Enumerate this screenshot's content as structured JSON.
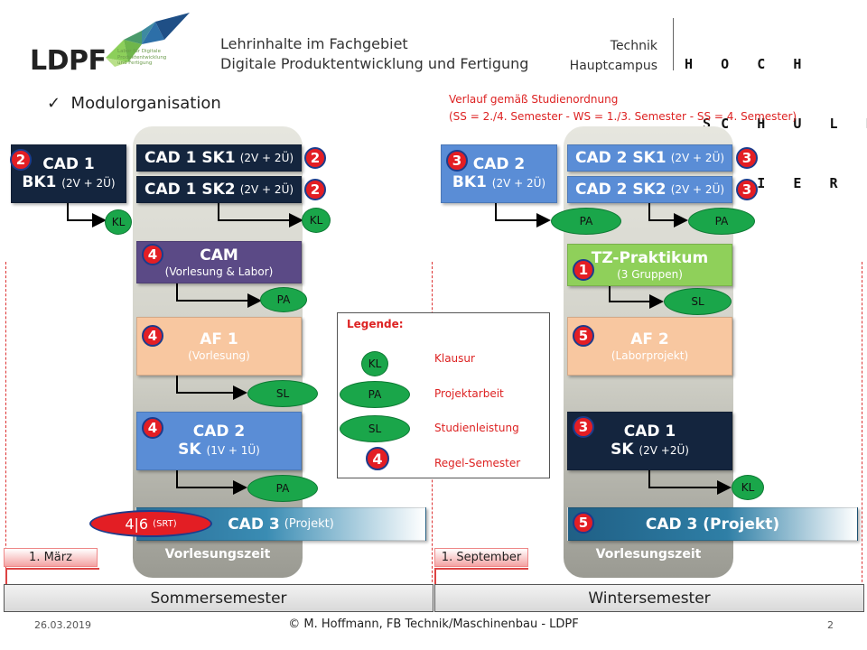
{
  "header": {
    "logo_text": "LDPF",
    "logo_sub": [
      "Labor für Digitale",
      "Produktentwicklung",
      "und Fertigung"
    ],
    "title_line1": "Lehrinhalte im Fachgebiet",
    "title_line2": "Digitale Produktentwicklung und Fertigung",
    "campus_line1": "Technik",
    "campus_line2": "Hauptcampus",
    "hs_line1": "H   O   C   H",
    "hs_line2": "  S C   H   U   L   E",
    "hs_line3": "T   R   I   E   R"
  },
  "subtitle": "Modulorganisation",
  "verlauf": {
    "line1": "Verlauf gemäß Studienordnung",
    "line2": "(SS = 2./4. Semester - WS = 1./3. Semester - SS = 4. Semester)"
  },
  "summer": {
    "cad1_bk1": {
      "line1": "CAD 1",
      "line2": "BK1",
      "line2_small": "(2V + 2Ü)",
      "badge": "2",
      "exam": "KL"
    },
    "cad1_sk1": {
      "main": "CAD 1 SK1",
      "small": "(2V + 2Ü)",
      "badge": "2"
    },
    "cad1_sk2": {
      "main": "CAD 1 SK2",
      "small": "(2V + 2Ü)",
      "badge": "2",
      "exam": "KL"
    },
    "cam": {
      "main": "CAM",
      "sub": "(Vorlesung & Labor)",
      "badge": "4",
      "exam": "PA"
    },
    "af1": {
      "main": "AF 1",
      "sub": "(Vorlesung)",
      "badge": "4",
      "exam": "SL"
    },
    "cad2_sk": {
      "line1": "CAD 2",
      "line2": "SK",
      "line2_small": "(1V + 1Ü)",
      "badge": "4",
      "exam": "PA"
    },
    "cad3": {
      "main": "CAD 3",
      "small": "(Projekt)",
      "badge": "4|6",
      "badge_small": "(SRT)"
    },
    "lecture_label": "Vorlesungszeit",
    "start_date": "1. März",
    "semester": "Sommersemester"
  },
  "winter": {
    "cad2_bk1": {
      "line1": "CAD 2",
      "line2": "BK1",
      "line2_small": "(2V + 2Ü)",
      "badge": "3",
      "exam": "PA"
    },
    "cad2_sk1": {
      "main": "CAD 2 SK1",
      "small": "(2V + 2Ü)",
      "badge": "3"
    },
    "cad2_sk2": {
      "main": "CAD 2 SK2",
      "small": "(2V + 2Ü)",
      "badge": "3",
      "exam": "PA"
    },
    "tz": {
      "main": "TZ-Praktikum",
      "sub": "(3 Gruppen)",
      "badge": "1",
      "exam": "SL"
    },
    "af2": {
      "main": "AF 2",
      "sub": "(Laborprojekt)",
      "badge": "5"
    },
    "cad1_sk": {
      "line1": "CAD 1",
      "line2": "SK",
      "line2_small": "(2V +2Ü)",
      "badge": "3",
      "exam": "KL"
    },
    "cad3": {
      "main": "CAD 3 (Projekt)",
      "badge": "5"
    },
    "lecture_label": "Vorlesungszeit",
    "start_date": "1. September",
    "semester": "Wintersemester"
  },
  "legend": {
    "title": "Legende:",
    "items": [
      {
        "symbol": "KL",
        "label": "Klausur"
      },
      {
        "symbol": "PA",
        "label": "Projektarbeit"
      },
      {
        "symbol": "SL",
        "label": "Studienleistung"
      },
      {
        "symbol": "4",
        "label": "Regel-Semester"
      }
    ]
  },
  "footer": {
    "date": "26.03.2019",
    "copyright": "© M. Hoffmann, FB Technik/Maschinenbau - LDPF",
    "page": "2"
  },
  "colors": {
    "navy": "#14253e",
    "blue": "#5a8dd6",
    "purple": "#5b4a86",
    "peach": "#f8c7a0",
    "green": "#1aa64a",
    "light_green": "#8fd05a",
    "badge_red": "#e31e24",
    "teal": "#2a8aa8"
  }
}
